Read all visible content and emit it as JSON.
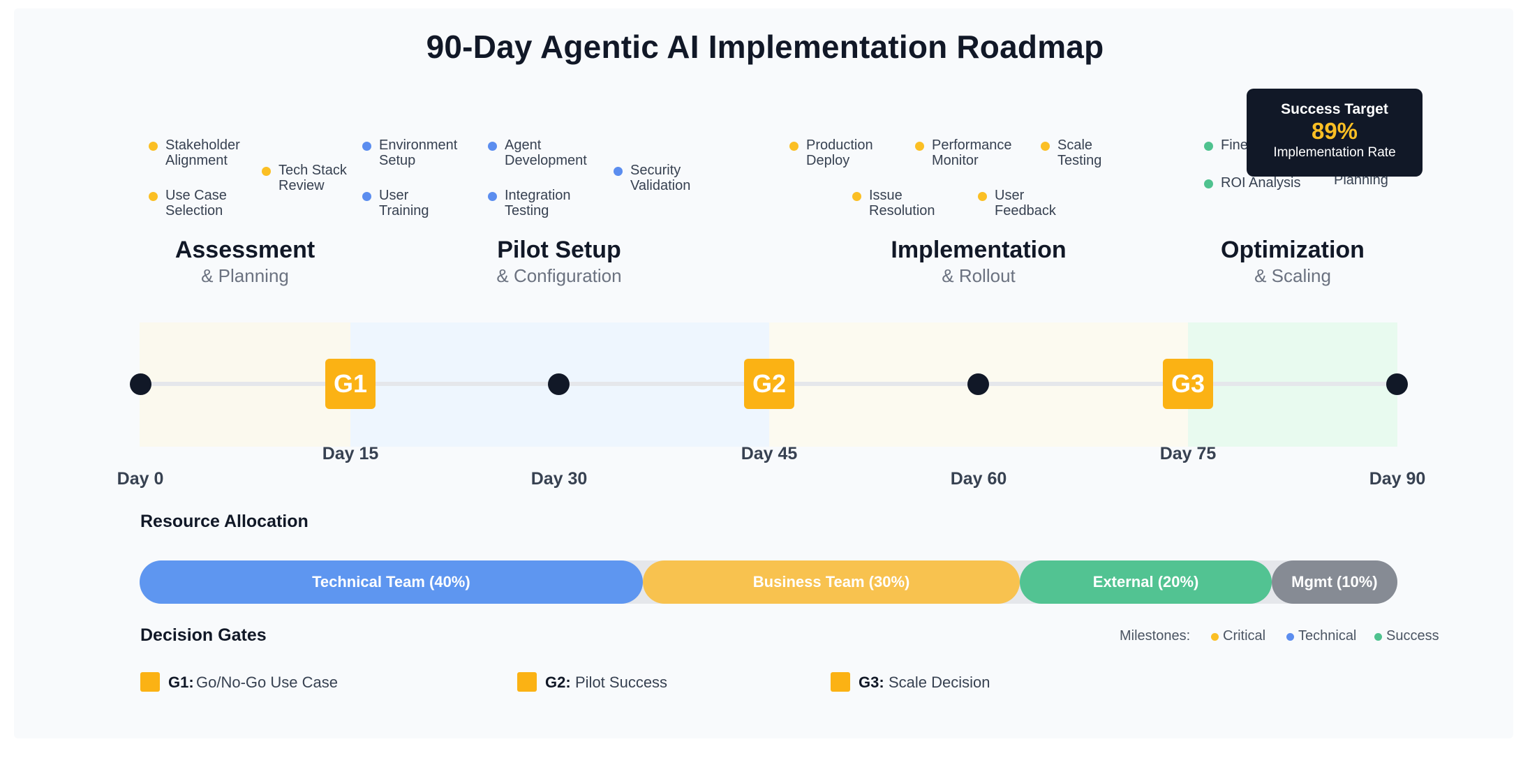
{
  "title": "90-Day Agentic AI Implementation Roadmap",
  "milestones": {
    "stakeholder": "Stakeholder\nAlignment",
    "usecase": "Use Case\nSelection",
    "techstack": "Tech Stack\nReview",
    "environment": "Environment\nSetup",
    "usertraining": "User\nTraining",
    "agentdev": "Agent\nDevelopment",
    "integration": "Integration\nTesting",
    "security": "Security\nValidation",
    "prodeploy": "Production\nDeploy",
    "issue": "Issue\nResolution",
    "perfmon": "Performance\nMonitor",
    "userfeedback": "User\nFeedback",
    "scaletesting": "Scale\nTesting",
    "finetuning": "Fine",
    "roi": "ROI Analysis",
    "planning": "Planning"
  },
  "phases": [
    {
      "title": "Assessment",
      "subtitle": "& Planning"
    },
    {
      "title": "Pilot Setup",
      "subtitle": "& Configuration"
    },
    {
      "title": "Implementation",
      "subtitle": "& Rollout"
    },
    {
      "title": "Optimization",
      "subtitle": "& Scaling"
    }
  ],
  "success_target": {
    "label": "Success Target",
    "value": "89%",
    "caption": "Implementation Rate"
  },
  "gates": [
    {
      "code": "G1",
      "day": 15
    },
    {
      "code": "G2",
      "day": 45
    },
    {
      "code": "G3",
      "day": 75
    }
  ],
  "days": {
    "d0": "Day 0",
    "d15": "Day 15",
    "d30": "Day 30",
    "d45": "Day 45",
    "d60": "Day 60",
    "d75": "Day 75",
    "d90": "Day 90"
  },
  "resources": {
    "title": "Resource Allocation",
    "segments": [
      {
        "label": "Technical Team (40%)",
        "share": 0.4,
        "color": "#5e96f0"
      },
      {
        "label": "Business Team (30%)",
        "share": 0.3,
        "color": "#f8c24f"
      },
      {
        "label": "External (20%)",
        "share": 0.2,
        "color": "#52c392"
      },
      {
        "label": "Mgmt (10%)",
        "share": 0.1,
        "color": "#868b94"
      }
    ]
  },
  "decision_gates": {
    "title": "Decision Gates",
    "items": [
      {
        "code": "G1:",
        "text": "Go/No-Go Use Case"
      },
      {
        "code": "G2:",
        "text": "Pilot Success"
      },
      {
        "code": "G3:",
        "text": "Scale Decision"
      }
    ]
  },
  "legend": {
    "label": "Milestones:",
    "critical": "Critical",
    "technical": "Technical",
    "success": "Success"
  },
  "colors": {
    "critical": "#fbbf24",
    "technical": "#5b8def",
    "success": "#4fc28f",
    "gate": "#fbb214",
    "node": "#111827",
    "band_assessment": "#fbf9ee",
    "band_pilot": "#eef6fe",
    "band_implementation": "#fcfaf0",
    "band_optimization": "#e8faef"
  }
}
